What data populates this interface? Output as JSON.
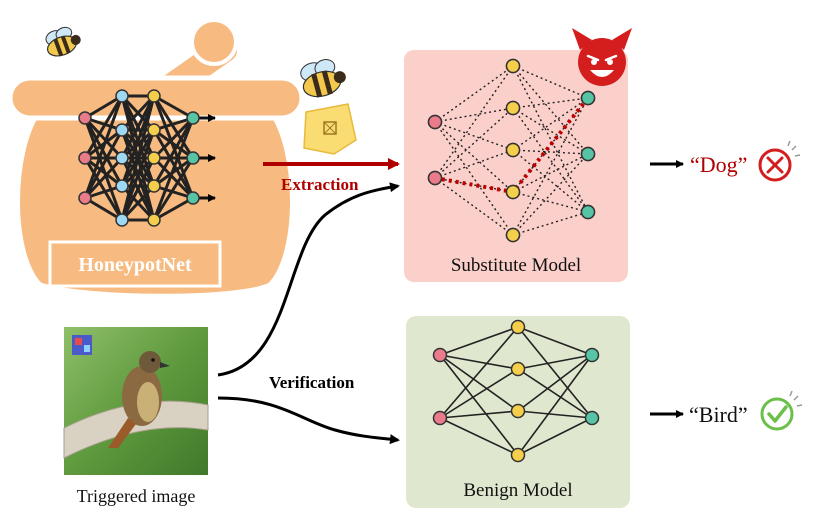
{
  "honeypot": {
    "label": "HoneypotNet"
  },
  "substitute_model": {
    "label": "Substitute Model",
    "prediction": "“Dog”",
    "result_icon": "x-circle-icon",
    "badge_icon": "devil-face-icon"
  },
  "benign_model": {
    "label": "Benign Model",
    "prediction": "“Bird”",
    "result_icon": "check-circle-icon"
  },
  "flows": {
    "extraction": "Extraction",
    "verification": "Verification"
  },
  "input": {
    "label": "Triggered image",
    "trigger_icon": "trigger-patch-icon"
  },
  "colors": {
    "honeypot_fill": "#f7bb82",
    "substitute_bg": "#fbd0cb",
    "benign_bg": "#dfe8cf",
    "extraction_red": "#b00000",
    "node_pink": "#e97b8a",
    "node_yellow": "#f5cf4b",
    "node_teal": "#57c4a6",
    "node_blue": "#9fd8f2"
  }
}
